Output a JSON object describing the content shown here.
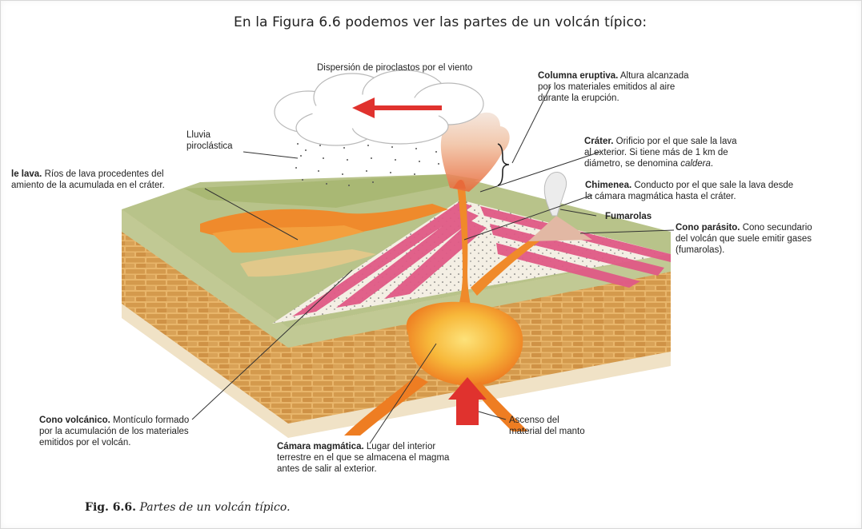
{
  "heading": "En la Figura 6.6 podemos ver las partes de un volcán típico:",
  "labels": {
    "dispersion": "Dispersión de piroclastos por el viento",
    "columna_title": "Columna eruptiva.",
    "columna_text1": " Altura alcanzada",
    "columna_text2": "por los materiales emitidos al aire",
    "columna_text3": "durante la erupción.",
    "crater_title": "Cráter.",
    "crater_text1": " Orificio por el que sale la lava",
    "crater_text2": "al exterior. Si tiene más de 1 km de",
    "crater_text3a": "diámetro, se denomina ",
    "crater_text3b": "caldera",
    "crater_text3c": ".",
    "chimenea_title": "Chimenea.",
    "chimenea_text1": " Conducto por el que sale la lava desde",
    "chimenea_text2": "la cámara magmática hasta el cráter.",
    "fumarolas": "Fumarolas",
    "parasito_title": "Cono parásito.",
    "parasito_text1": " Cono secundario",
    "parasito_text2": "del volcán que suele emitir gases",
    "parasito_text3": "(fumarolas).",
    "lluvia1": "Lluvia",
    "lluvia2": "piroclástica",
    "lava_title": "le lava.",
    "lava_text1": " Ríos de lava procedentes del",
    "lava_text2": "amiento de la acumulada en el cráter.",
    "cono_title": "Cono volcánico.",
    "cono_text1": " Montículo formado",
    "cono_text2": "por la acumulación de los materiales",
    "cono_text3": "emitidos por el volcán.",
    "camara_title": "Cámara magmática.",
    "camara_text1": " Lugar del interior",
    "camara_text2": "terrestre en el que se almacena el magma",
    "camara_text3": "antes de salir al exterior.",
    "ascenso1": "Ascenso del",
    "ascenso2": "material del manto"
  },
  "caption": {
    "number": "Fig. 6.6.",
    "text": " Partes de un volcán típico."
  },
  "colors": {
    "lava_orange": "#f08a2a",
    "magma_yellow": "#f7c23a",
    "arrow_red": "#e0322e",
    "stripe_pink": "#e05a86",
    "ground_green": "#b9c48a",
    "rock_tan": "#d9a055"
  }
}
